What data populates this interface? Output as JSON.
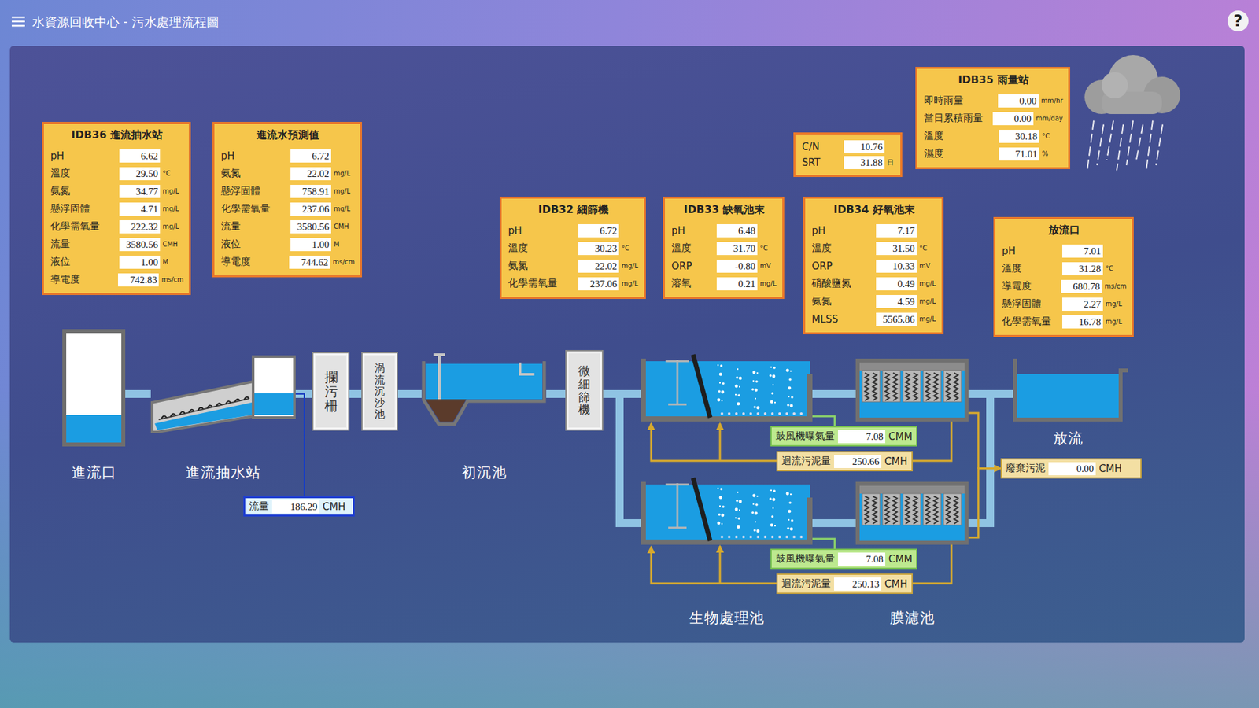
{
  "diagram": {
    "title": "水資源回收中心 - 污水處理流程圖",
    "nodes": [
      {
        "text": [
          "IDB36 進流抽水站"
        ]
      },
      {
        "text": [
          "pH",
          "6.62"
        ],
        "in": 0
      },
      {
        "text": [
          "溫度",
          "29.50",
          "°C"
        ],
        "in": 0
      },
      {
        "text": [
          "氨氮",
          "34.77",
          "mg/L"
        ],
        "in": 0
      },
      {
        "text": [
          "懸浮固體",
          "4.71",
          "mg/L"
        ],
        "in": 0
      },
      {
        "text": [
          "化學需氧量",
          "222.32",
          "mg/L"
        ],
        "in": 0
      },
      {
        "text": [
          "流量",
          "3580.56",
          "CMH"
        ],
        "in": 0
      },
      {
        "text": [
          "液位",
          "1.00",
          "M"
        ],
        "in": 0
      },
      {
        "text": [
          "導電度",
          "742.83",
          "ms/cm"
        ],
        "in": 0
      },
      {
        "text": [
          "進流水預測值"
        ]
      },
      {
        "text": [
          "pH",
          "6.72"
        ],
        "in": 9
      },
      {
        "text": [
          "氨氮",
          "22.02",
          "mg/L"
        ],
        "in": 9
      },
      {
        "text": [
          "懸浮固體",
          "758.91",
          "mg/L"
        ],
        "in": 9
      },
      {
        "text": [
          "化學需氧量",
          "237.06",
          "mg/L"
        ],
        "in": 9
      },
      {
        "text": [
          "流量",
          "3580.56",
          "CMH"
        ],
        "in": 9
      },
      {
        "text": [
          "液位",
          "1.00",
          "M"
        ],
        "in": 9
      },
      {
        "text": [
          "導電度",
          "744.62",
          "ms/cm"
        ],
        "in": 9
      },
      {
        "text": []
      },
      {
        "text": [
          "C/N",
          "10.76"
        ],
        "in": 17
      },
      {
        "text": [
          "SRT",
          "31.88",
          "日"
        ],
        "in": 17
      },
      {
        "text": [
          "IDB35 雨量站"
        ]
      },
      {
        "text": [
          "即時雨量",
          "0.00",
          "mm/hr"
        ],
        "in": 20
      },
      {
        "text": [
          "當日累積雨量",
          "0.00",
          "mm/day"
        ],
        "in": 20
      },
      {
        "text": [
          "溫度",
          "30.18",
          "°C"
        ],
        "in": 20
      },
      {
        "text": [
          "濕度",
          "71.01",
          "%"
        ],
        "in": 20
      },
      {
        "text": [
          "IDB32 細篩機"
        ]
      },
      {
        "text": [
          "pH",
          "6.72"
        ],
        "in": 25
      },
      {
        "text": [
          "溫度",
          "30.23",
          "°C"
        ],
        "in": 25
      },
      {
        "text": [
          "氨氮",
          "22.02",
          "mg/L"
        ],
        "in": 25
      },
      {
        "text": [
          "化學需氧量",
          "237.06",
          "mg/L"
        ],
        "in": 25
      },
      {
        "text": [
          "IDB33 缺氧池末"
        ]
      },
      {
        "text": [
          "pH",
          "6.48"
        ],
        "in": 30
      },
      {
        "text": [
          "溫度",
          "31.70",
          "°C"
        ],
        "in": 30
      },
      {
        "text": [
          "ORP",
          "-0.80",
          "mV"
        ],
        "in": 30
      },
      {
        "text": [
          "溶氧",
          "0.21",
          "mg/L"
        ],
        "in": 30
      },
      {
        "text": [
          "IDB34 好氧池末"
        ]
      },
      {
        "text": [
          "pH",
          "7.17"
        ],
        "in": 35
      },
      {
        "text": [
          "溫度",
          "31.50",
          "°C"
        ],
        "in": 35
      },
      {
        "text": [
          "ORP",
          "10.33",
          "mV"
        ],
        "in": 35
      },
      {
        "text": [
          "硝酸鹽氮",
          "0.49",
          "mg/L"
        ],
        "in": 35
      },
      {
        "text": [
          "氨氮",
          "4.59",
          "mg/L"
        ],
        "in": 35
      },
      {
        "text": [
          "MLSS",
          "5565.86",
          "mg/L"
        ],
        "in": 35
      },
      {
        "text": [
          "放流口"
        ]
      },
      {
        "text": [
          "pH",
          "7.01"
        ],
        "in": 42
      },
      {
        "text": [
          "溫度",
          "31.28",
          "°C"
        ],
        "in": 42
      },
      {
        "text": [
          "導電度",
          "680.78",
          "ms/cm"
        ],
        "in": 42
      },
      {
        "text": [
          "懸浮固體",
          "2.27",
          "mg/L"
        ],
        "in": 42
      },
      {
        "text": [
          "化學需氧量",
          "16.78",
          "mg/L"
        ],
        "in": 42
      },
      {
        "text": [
          "進流口"
        ]
      },
      {
        "text": [
          "進流抽水站"
        ]
      },
      {
        "text": [
          "攔污柵"
        ]
      },
      {
        "text": [
          "渦流沉沙池"
        ]
      },
      {
        "text": [
          "初沉池"
        ]
      },
      {
        "text": [
          "微細篩機"
        ]
      },
      {
        "text": [
          "生物處理池"
        ]
      },
      {
        "text": [
          "膜濾池"
        ]
      },
      {
        "text": [
          "放流"
        ]
      },
      {
        "text": [
          "流量",
          "186.29",
          "CMH"
        ]
      },
      {
        "text": [
          "鼓風機曝氣量",
          "7.08",
          "CMM"
        ]
      },
      {
        "text": [
          "迴流污泥量",
          "250.66",
          "CMH"
        ]
      },
      {
        "text": [
          "廢棄污泥",
          "0.00",
          "CMH"
        ]
      },
      {
        "text": [
          "鼓風機曝氣量",
          "7.08",
          "CMM"
        ]
      },
      {
        "text": [
          "迴流污泥量",
          "250.13",
          "CMH"
        ]
      }
    ],
    "edges": [
      {
        "from": 48,
        "to": 49,
        "arrow": "none"
      },
      {
        "from": 49,
        "to": 50,
        "arrow": "none"
      },
      {
        "from": 50,
        "to": 51,
        "arrow": "none"
      },
      {
        "from": 51,
        "to": 52,
        "arrow": "none"
      },
      {
        "from": 52,
        "to": 53,
        "arrow": "none"
      },
      {
        "from": 53,
        "to": 54,
        "arrow": "none"
      },
      {
        "from": 54,
        "to": 55,
        "arrow": "none"
      },
      {
        "from": 55,
        "to": 56,
        "arrow": "none"
      },
      {
        "from": 49,
        "to": 57,
        "arrow": "none"
      },
      {
        "from": 55,
        "to": 60,
        "arrow": "to"
      },
      {
        "from": 61,
        "to": 54,
        "arrow": "none"
      },
      {
        "from": 62,
        "to": 54,
        "arrow": "to"
      }
    ],
    "labels": [
      "?"
    ]
  }
}
